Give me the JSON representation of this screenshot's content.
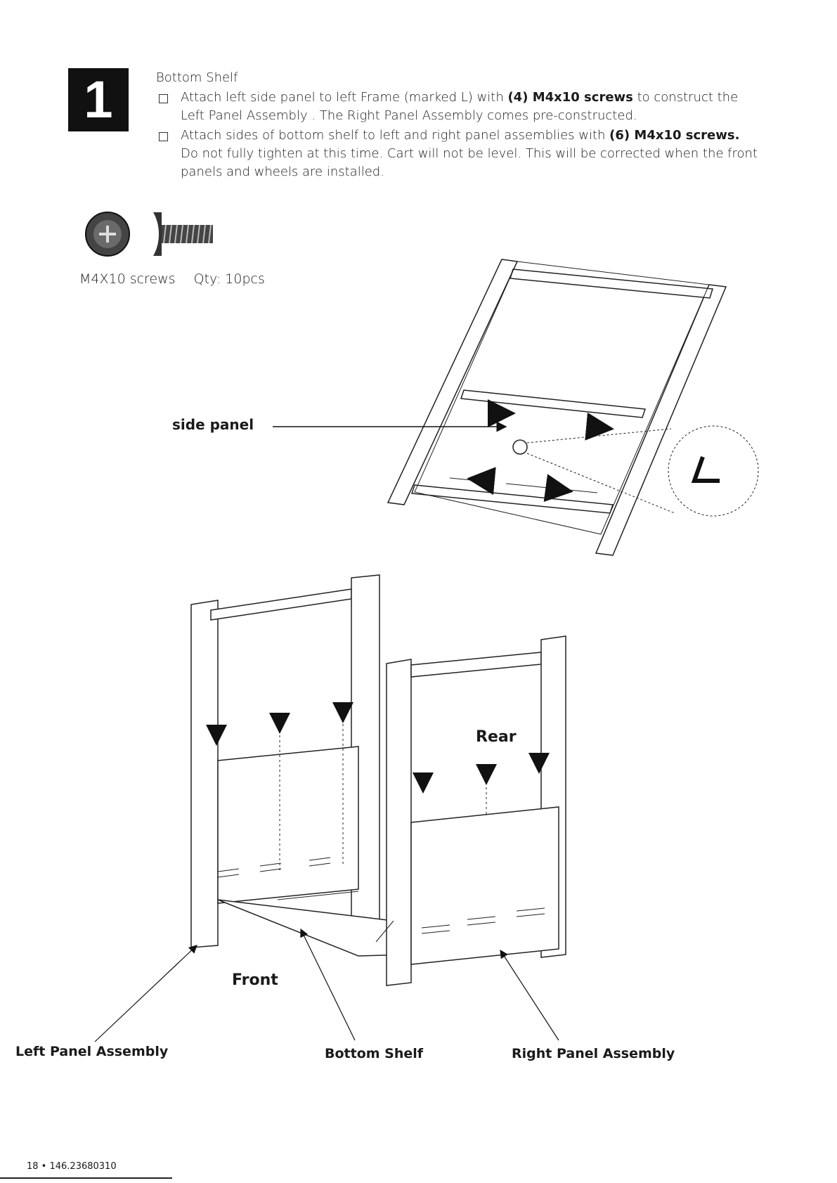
{
  "step": {
    "number": "1",
    "title": "Bottom Shelf",
    "bullets": [
      {
        "pre": "Attach left side panel to left Frame (marked L) with ",
        "bold": "(4) M4x10 screws",
        "post": " to construct the Left Panel Assembly . The Right Panel Assembly comes pre-constructed."
      },
      {
        "pre": "Attach sides of bottom shelf to left and right panel assemblies with ",
        "bold": "(6) M4x10 screws.",
        "post": " Do not fully tighten at this time. Cart will not be level. This will be corrected when the front panels and wheels are installed."
      }
    ]
  },
  "hardware": {
    "name": "M4X10 screws",
    "qty": "Qty: 10pcs"
  },
  "labels": {
    "side_panel": "side panel",
    "marking": "L",
    "rear": "Rear",
    "front": "Front",
    "left_panel_assembly": "Left Panel Assembly",
    "bottom_shelf": "Bottom Shelf",
    "right_panel_assembly": "Right Panel Assembly"
  },
  "footer": {
    "page": "18 • 146.23680310"
  }
}
